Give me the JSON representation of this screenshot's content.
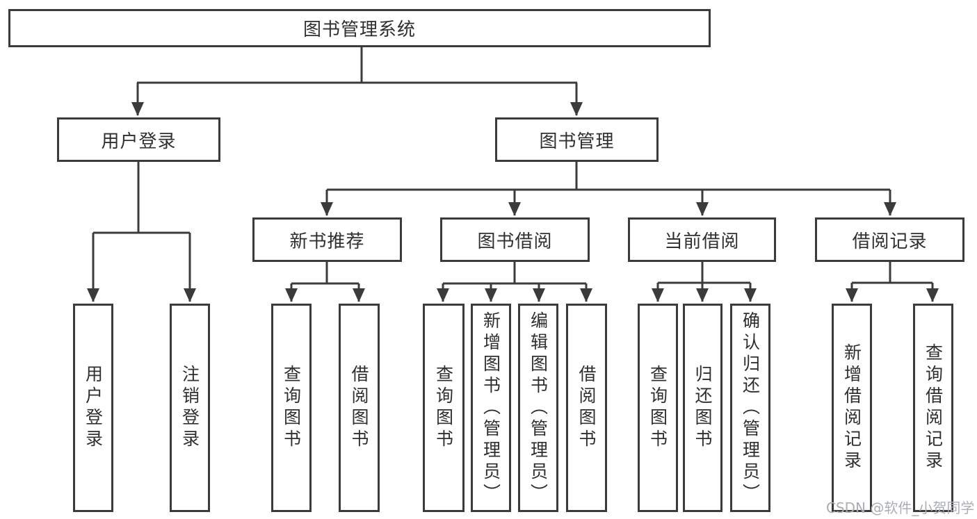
{
  "tree": {
    "label": "图书管理系统",
    "children": [
      {
        "label": "用户登录",
        "children": [
          {
            "label": "用户登录"
          },
          {
            "label": "注销登录"
          }
        ]
      },
      {
        "label": "图书管理",
        "children": [
          {
            "label": "新书推荐",
            "children": [
              {
                "label": "查询图书"
              },
              {
                "label": "借阅图书"
              }
            ]
          },
          {
            "label": "图书借阅",
            "children": [
              {
                "label": "查询图书"
              },
              {
                "label": "新增图书（管理员）"
              },
              {
                "label": "编辑图书（管理员）"
              },
              {
                "label": "借阅图书"
              }
            ]
          },
          {
            "label": "当前借阅",
            "children": [
              {
                "label": "查询图书"
              },
              {
                "label": "归还图书"
              },
              {
                "label": "确认归还（管理员）"
              }
            ]
          },
          {
            "label": "借阅记录",
            "children": [
              {
                "label": "新增借阅记录"
              },
              {
                "label": "查询借阅记录"
              }
            ]
          }
        ]
      }
    ]
  },
  "watermark": "CSDN @软件_小贺同学",
  "colors": {
    "line": "#3b3b3b",
    "box_border": "#3b3b3b",
    "text": "#2f2f2f",
    "watermark": "#aaaeb3",
    "background": "#ffffff"
  }
}
